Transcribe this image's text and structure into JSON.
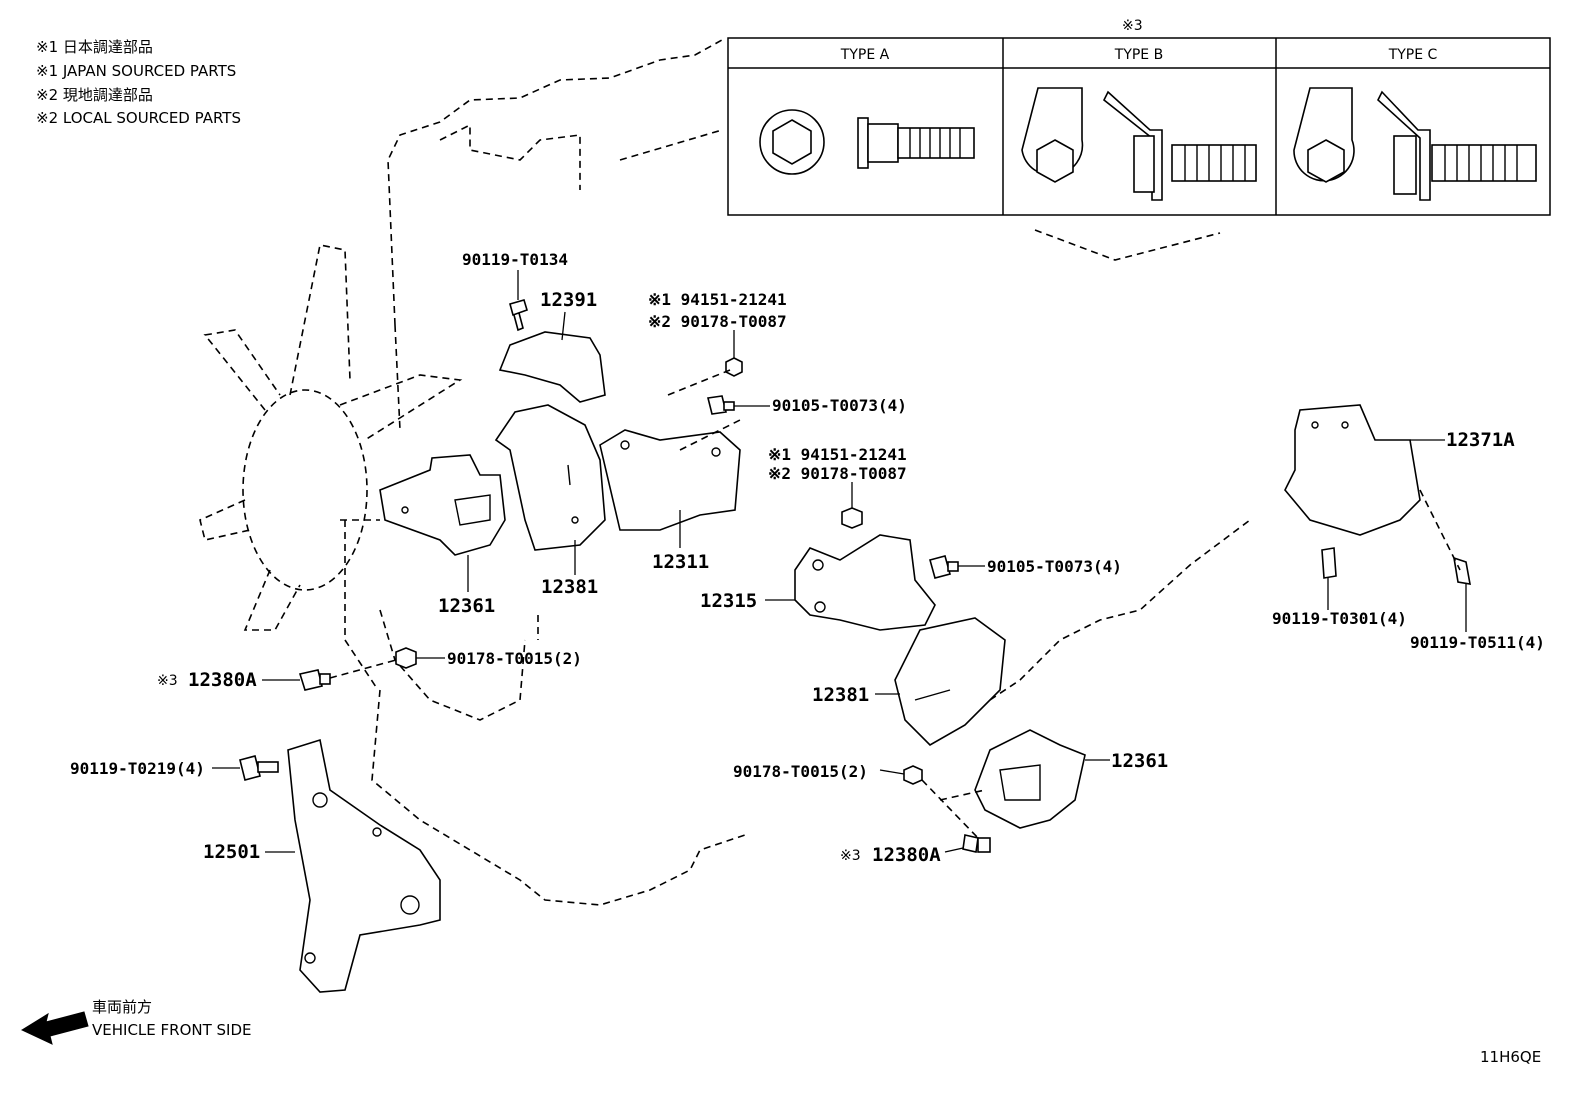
{
  "notes": [
    "※1 日本調達部品",
    "※1 JAPAN SOURCED PARTS",
    "※2 現地調達部品",
    "※2 LOCAL SOURCED PARTS"
  ],
  "type_table": {
    "marker": "※3",
    "columns": [
      "TYPE A",
      "TYPE B",
      "TYPE C"
    ]
  },
  "labels": {
    "p90119_T0134": "90119-T0134",
    "p12391": "12391",
    "p94151_a": "※1 94151-21241",
    "p90178_a": "※2 90178-T0087",
    "p90105_a": "90105-T0073(4)",
    "p12311": "12311",
    "p12381_a": "12381",
    "p12361_a": "12361",
    "p94151_b": "※1 94151-21241",
    "p90178_b": "※2 90178-T0087",
    "p90105_b": "90105-T0073(4)",
    "p12315": "12315",
    "p12371A": "12371A",
    "p90119_T0301": "90119-T0301(4)",
    "p90119_T0511": "90119-T0511(4)",
    "p90178_T0015_a": "90178-T0015(2)",
    "p12380A_a": "12380A",
    "p12381_b": "12381",
    "p90119_T0219": "90119-T0219(4)",
    "p12501": "12501",
    "p90178_T0015_b": "90178-T0015(2)",
    "p12361_b": "12361",
    "p12380A_b": "12380A",
    "mark3": "※3"
  },
  "front": {
    "jp": "車両前方",
    "en": "VEHICLE FRONT SIDE"
  },
  "code": "11H6QE"
}
